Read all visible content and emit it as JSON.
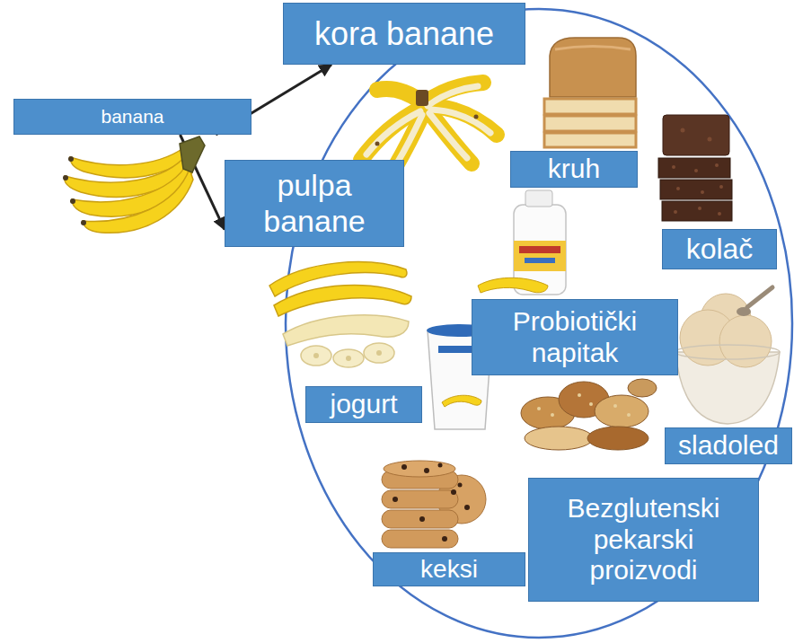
{
  "diagram": {
    "nodes": [
      {
        "text": [
          "kora banane"
        ]
      },
      {
        "text": [
          "banana"
        ]
      },
      {
        "text": [
          "kruh"
        ]
      },
      {
        "text": [
          "pulpa banane"
        ]
      },
      {
        "text": [
          "kolač"
        ]
      },
      {
        "text": [
          "Probiotički napitak"
        ]
      },
      {
        "text": [
          "jogurt"
        ]
      },
      {
        "text": [
          "sladoled"
        ]
      },
      {
        "text": [
          "Bezglutenski pekarski proizvodi"
        ]
      },
      {
        "text": [
          "keksi"
        ]
      }
    ],
    "edges": [
      {
        "from": 1,
        "to": 0,
        "arrow": "to"
      },
      {
        "from": 1,
        "to": 3,
        "arrow": "to"
      }
    ]
  }
}
